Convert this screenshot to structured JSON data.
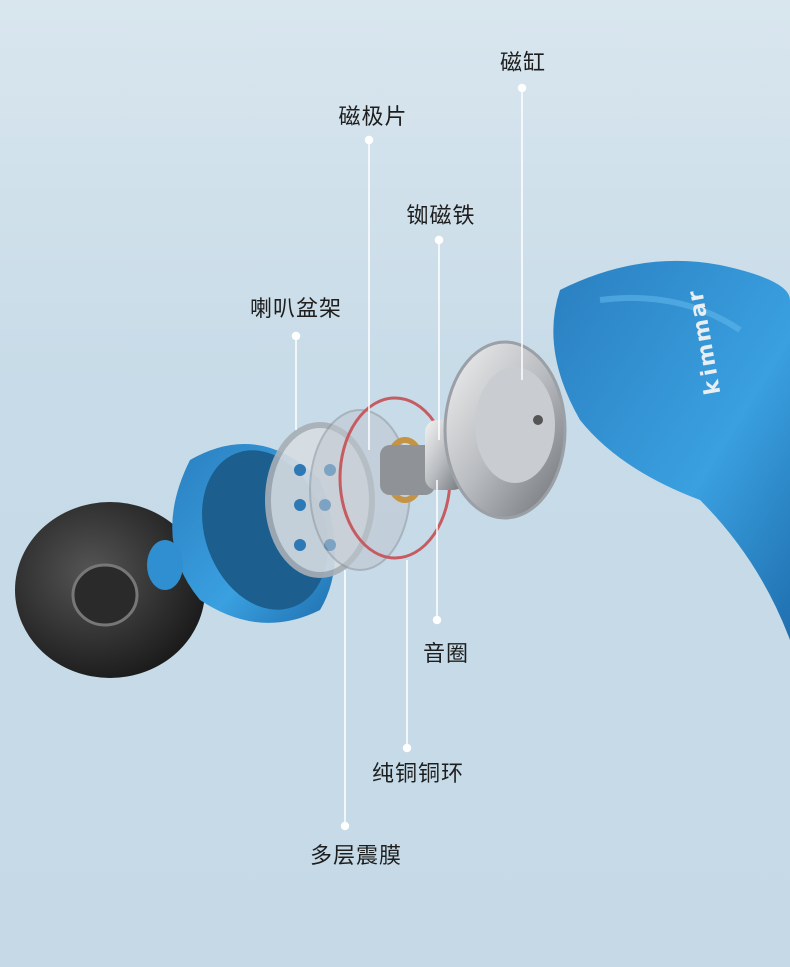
{
  "brand_logo": "Kimmar",
  "labels": {
    "magnet_cup": "磁缸",
    "pole_piece": "磁极片",
    "magnet": "铷磁铁",
    "speaker_frame": "喇叭盆架",
    "voice_coil": "音圈",
    "copper_ring": "纯铜铜环",
    "diaphragm": "多层震膜"
  },
  "colors": {
    "accent_blue": "#2f8fd0",
    "label_text": "#1e1e1e",
    "leader_line": "#ffffff"
  }
}
